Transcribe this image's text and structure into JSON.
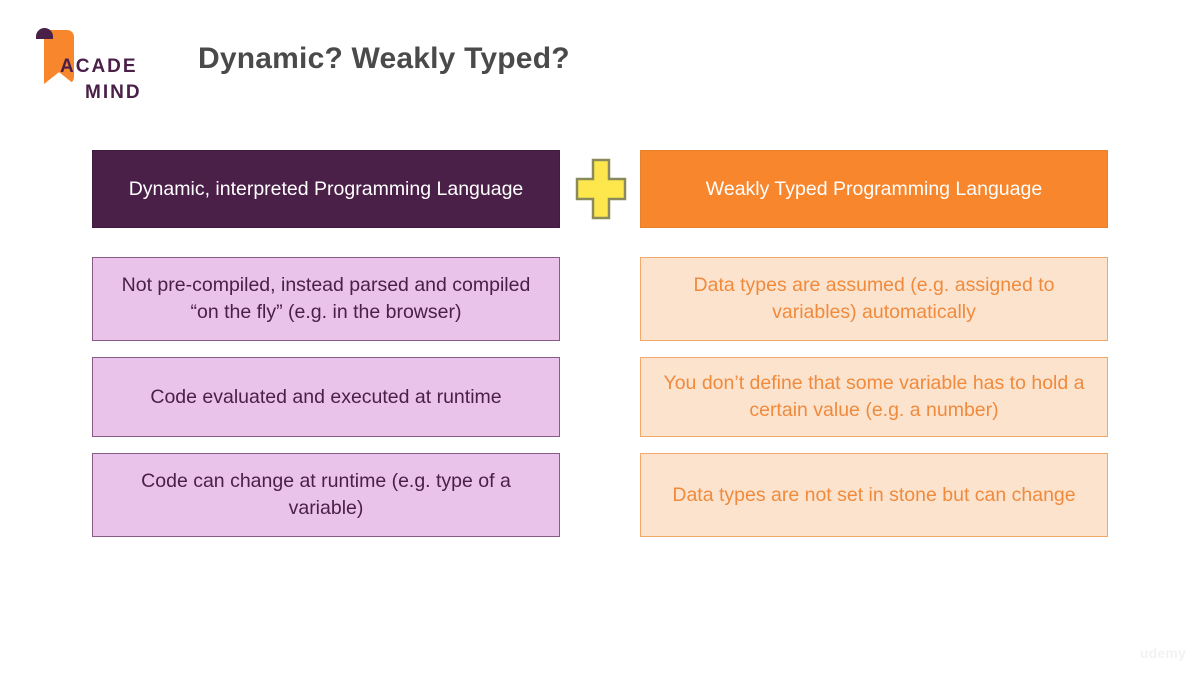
{
  "brand": {
    "logo_line1": "ACADE",
    "logo_line2": "MIND",
    "mark_icon": "bookmark-flag-icon",
    "orange": "#F7862D",
    "purple": "#4A2049"
  },
  "header": {
    "title": "Dynamic? Weakly Typed?",
    "title_color": "#4A4A4A"
  },
  "columns": {
    "left": {
      "heading": "Dynamic, interpreted Programming Language",
      "heading_bg": "#4A2049",
      "heading_color": "#FFFFFF",
      "item_bg": "#E9C3E9",
      "item_border": "#8A5A86",
      "item_color": "#4A2049",
      "items": [
        "Not pre-compiled, instead parsed and compiled “on the fly” (e.g. in the browser)",
        "Code evaluated and executed at runtime",
        "Code can change at runtime (e.g. type of a variable)"
      ]
    },
    "right": {
      "heading": "Weakly Typed Programming Language",
      "heading_bg": "#F7862D",
      "heading_color": "#FFFFFF",
      "item_bg": "#FCE3CE",
      "item_border": "#F0A96A",
      "item_color": "#F08A3C",
      "items": [
        "Data types are assumed (e.g. assigned to variables) automatically",
        "You don’t define that some variable has to hold a certain value (e.g. a number)",
        "Data types are not set in stone but can change"
      ]
    }
  },
  "connector": {
    "icon": "plus-icon",
    "fill": "#FDE74C",
    "stroke": "#8A8A5A"
  },
  "watermark": {
    "text": "udemy"
  }
}
